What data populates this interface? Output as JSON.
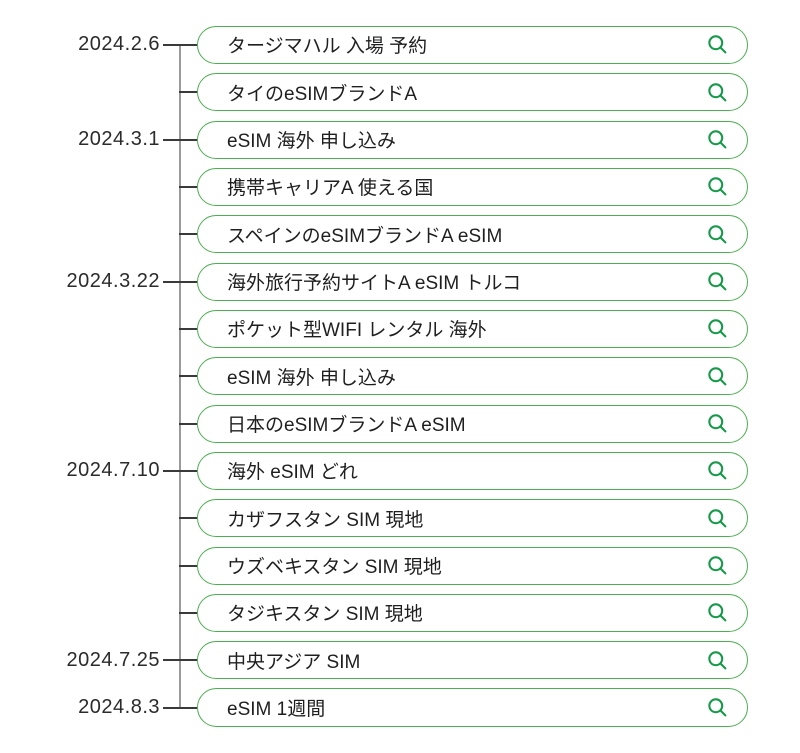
{
  "timeline": {
    "description": "search-history-timeline",
    "axis_dates": [
      "2024.2.6",
      "2024.3.1",
      "2024.3.22",
      "2024.7.10",
      "2024.7.25",
      "2024.8.3"
    ],
    "rows": [
      {
        "date": "2024.2.6",
        "query": "タージマハル 入場 予約"
      },
      {
        "date": "",
        "query": "タイのeSIMブランドA"
      },
      {
        "date": "2024.3.1",
        "query": "eSIM 海外 申し込み"
      },
      {
        "date": "",
        "query": "携帯キャリアA 使える国"
      },
      {
        "date": "",
        "query": "スペインのeSIMブランドA eSIM"
      },
      {
        "date": "2024.3.22",
        "query": "海外旅行予約サイトA eSIM トルコ"
      },
      {
        "date": "",
        "query": "ポケット型WIFI レンタル 海外"
      },
      {
        "date": "",
        "query": "eSIM 海外 申し込み"
      },
      {
        "date": "",
        "query": "日本のeSIMブランドA eSIM"
      },
      {
        "date": "2024.7.10",
        "query": "海外 eSIM どれ"
      },
      {
        "date": "",
        "query": "カザフスタン SIM 現地"
      },
      {
        "date": "",
        "query": "ウズベキスタン SIM 現地"
      },
      {
        "date": "",
        "query": "タジキスタン SIM 現地"
      },
      {
        "date": "2024.7.25",
        "query": "中央アジア SIM"
      },
      {
        "date": "2024.8.3",
        "query": "eSIM 1週間"
      }
    ],
    "icons": {
      "search_icon": "magnifier"
    },
    "colors": {
      "pill_border": "#4caf50",
      "icon_green": "#169a49",
      "axis_gray": "#9a9a9a",
      "tick_dark": "#3a3a3a",
      "query_text": "#1f1f1f",
      "date_text": "#2b2b2b",
      "background": "#ffffff"
    }
  }
}
